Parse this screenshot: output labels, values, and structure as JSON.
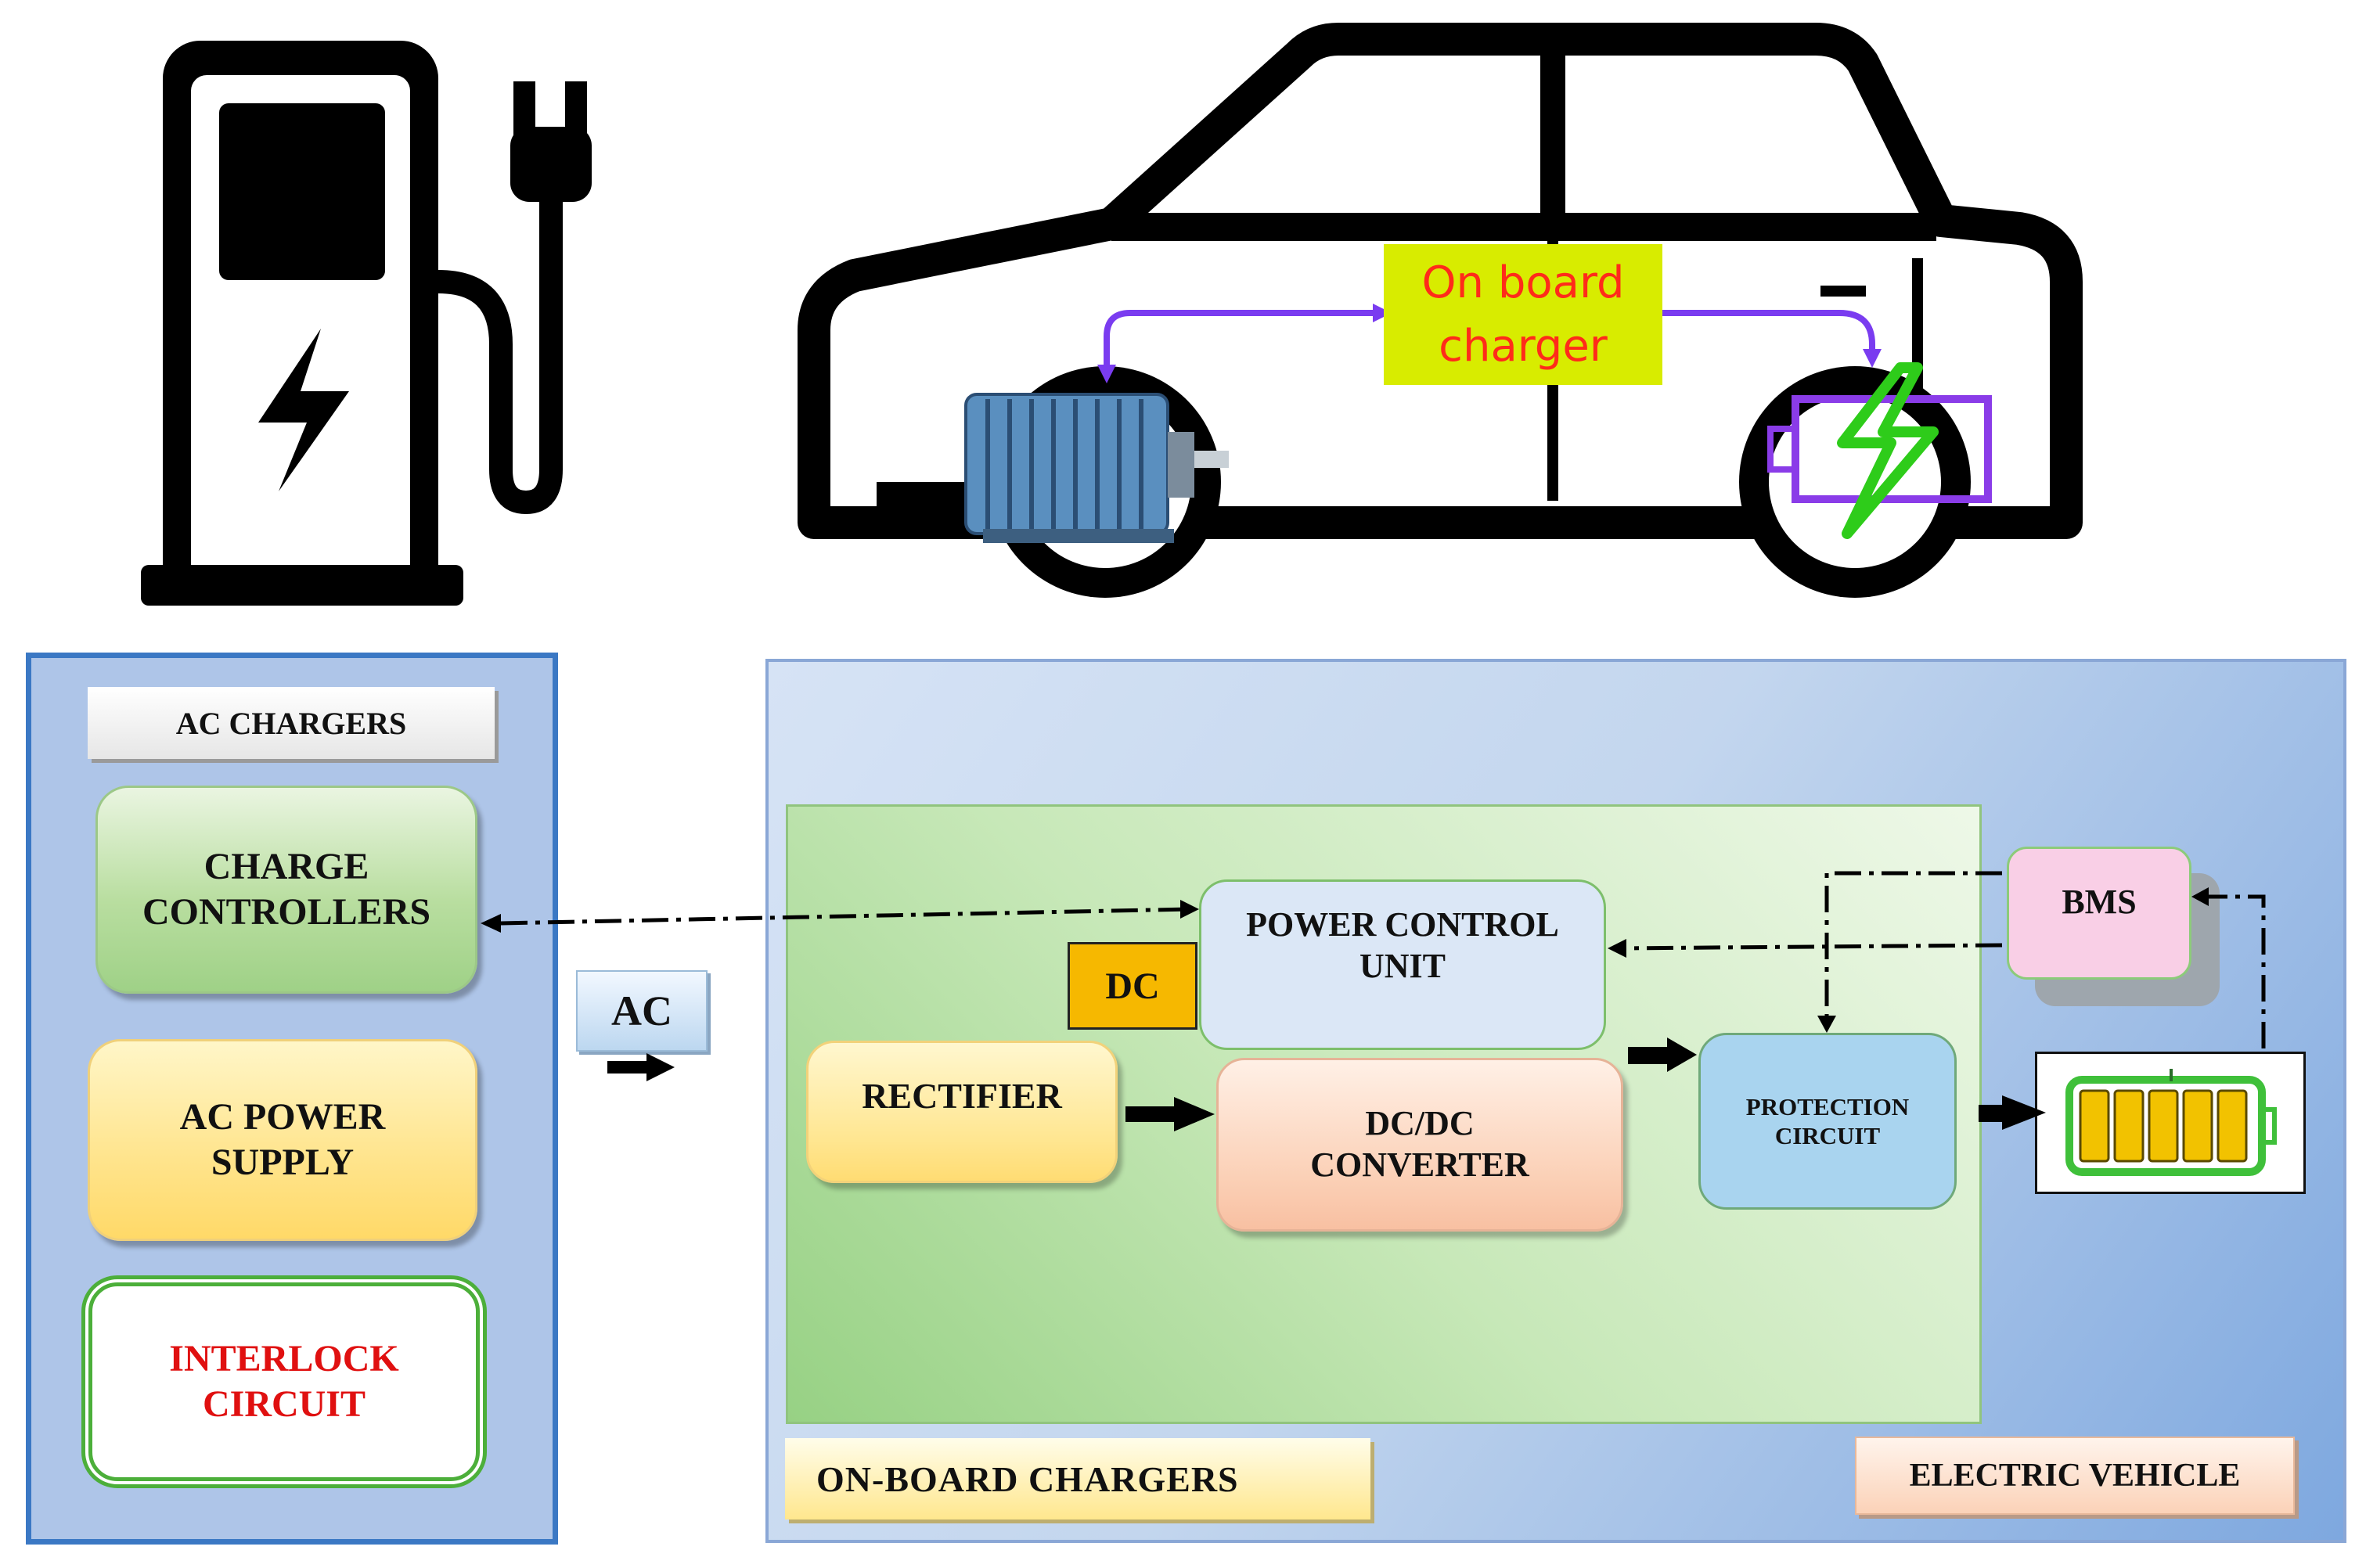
{
  "car": {
    "onboard_charger_label_line1": "On board",
    "onboard_charger_label_line2": "charger"
  },
  "ac_panel": {
    "title": "AC CHARGERS",
    "charge_controllers_line1": "CHARGE",
    "charge_controllers_line2": "CONTROLLERS",
    "ac_power_supply_line1": "AC POWER",
    "ac_power_supply_line2": "SUPPLY",
    "interlock_line1": "INTERLOCK",
    "interlock_line2": "CIRCUIT"
  },
  "link_label": "AC",
  "ev_panel": {
    "onboard_chargers_title": "ON-BOARD  CHARGERS",
    "electric_vehicle_title": "ELECTRIC  VEHICLE",
    "pcu_line1": "POWER CONTROL",
    "pcu_line2": "UNIT",
    "dc_tag": "DC",
    "rectifier": "RECTIFIER",
    "dcdc_line1": "DC/DC",
    "dcdc_line2": "CONVERTER",
    "protection_line1": "PROTECTION",
    "protection_line2": "CIRCUIT",
    "bms": "BMS"
  },
  "colors": {
    "ac_panel_fill": "#aec5e8",
    "ac_panel_border": "#3b78c4",
    "interlock_text": "#e01010",
    "interlock_border": "#4caf3a",
    "dc_tag_fill": "#f6b800",
    "onboard_label_fill": "#d8ec00",
    "onboard_label_text": "#ff2b1a",
    "car_arrow": "#7a3cf0",
    "battery_bolt": "#2ecc1a"
  },
  "icons": [
    "charging-station-icon",
    "plug-icon",
    "lightning-bolt-icon",
    "car-outline-icon",
    "motor-icon",
    "car-battery-icon",
    "battery-icon"
  ]
}
